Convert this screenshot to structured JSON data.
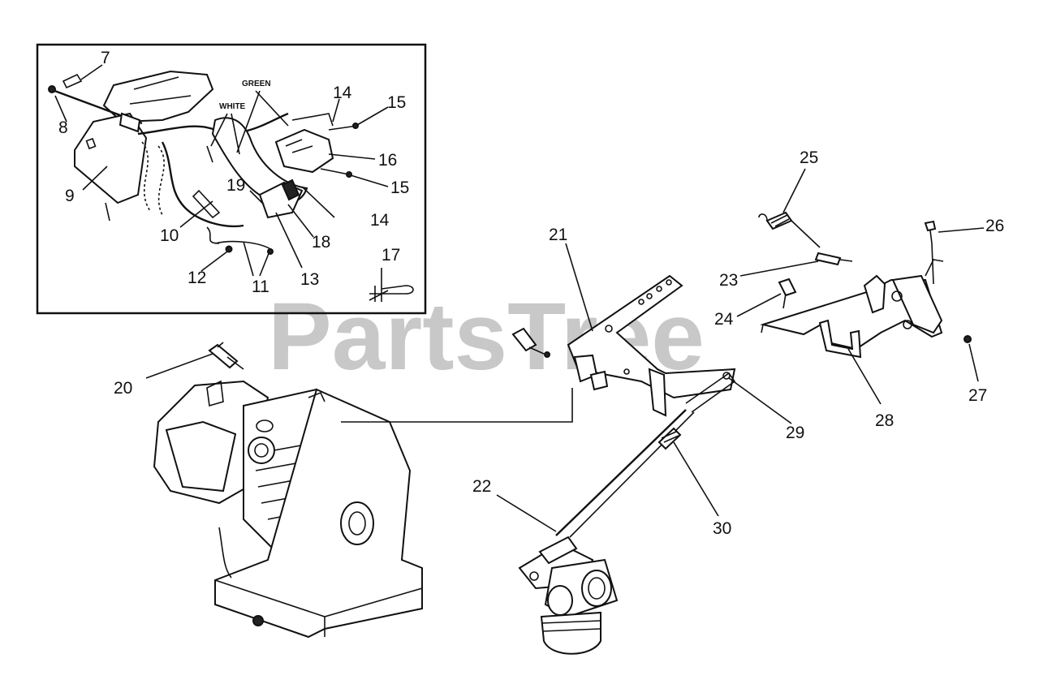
{
  "watermark": "PartsTree",
  "wire_labels": {
    "green": "GREEN",
    "white": "WHITE"
  },
  "callouts": [
    "7",
    "8",
    "9",
    "10",
    "11",
    "12",
    "13",
    "14",
    "14",
    "15",
    "15",
    "16",
    "17",
    "18",
    "19",
    "20",
    "21",
    "22",
    "23",
    "24",
    "25",
    "26",
    "27",
    "28",
    "29",
    "30"
  ]
}
